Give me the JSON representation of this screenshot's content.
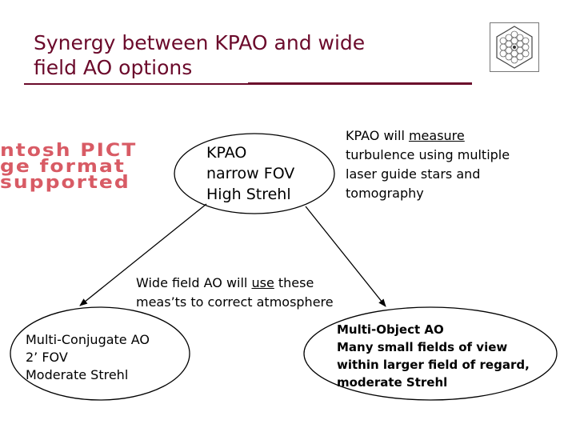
{
  "slide": {
    "title_line1": "Synergy between KPAO and wide",
    "title_line2": "field AO options",
    "accent_color": "#6b0a2b",
    "logo": "hexagonal-telescope-mirror-icon"
  },
  "placeholder_image": {
    "line1": "ntosh PICT",
    "line2": "ge format",
    "line3": "supported",
    "color": "#d44a55"
  },
  "center_ellipse": {
    "line1": "KPAO",
    "line2": "narrow FOV",
    "line3": "High Strehl"
  },
  "measure_note": {
    "line1_pre": "KPAO will ",
    "line1_underlined": "measure",
    "line2": "turbulence using multiple",
    "line3": "laser guide stars and",
    "line4": "tomography"
  },
  "wide_note": {
    "line1_pre": "Wide field AO will ",
    "line1_underlined": "use",
    "line1_post": " these",
    "line2": "meas’ts to correct atmosphere"
  },
  "mcao_ellipse": {
    "line1": "Multi-Conjugate AO",
    "line2": "2’ FOV",
    "line3": "Moderate Strehl"
  },
  "moao_ellipse": {
    "line1": "Multi-Object AO",
    "line2": "Many small fields of view",
    "line3": "within larger field of regard,",
    "line4": "moderate Strehl"
  }
}
